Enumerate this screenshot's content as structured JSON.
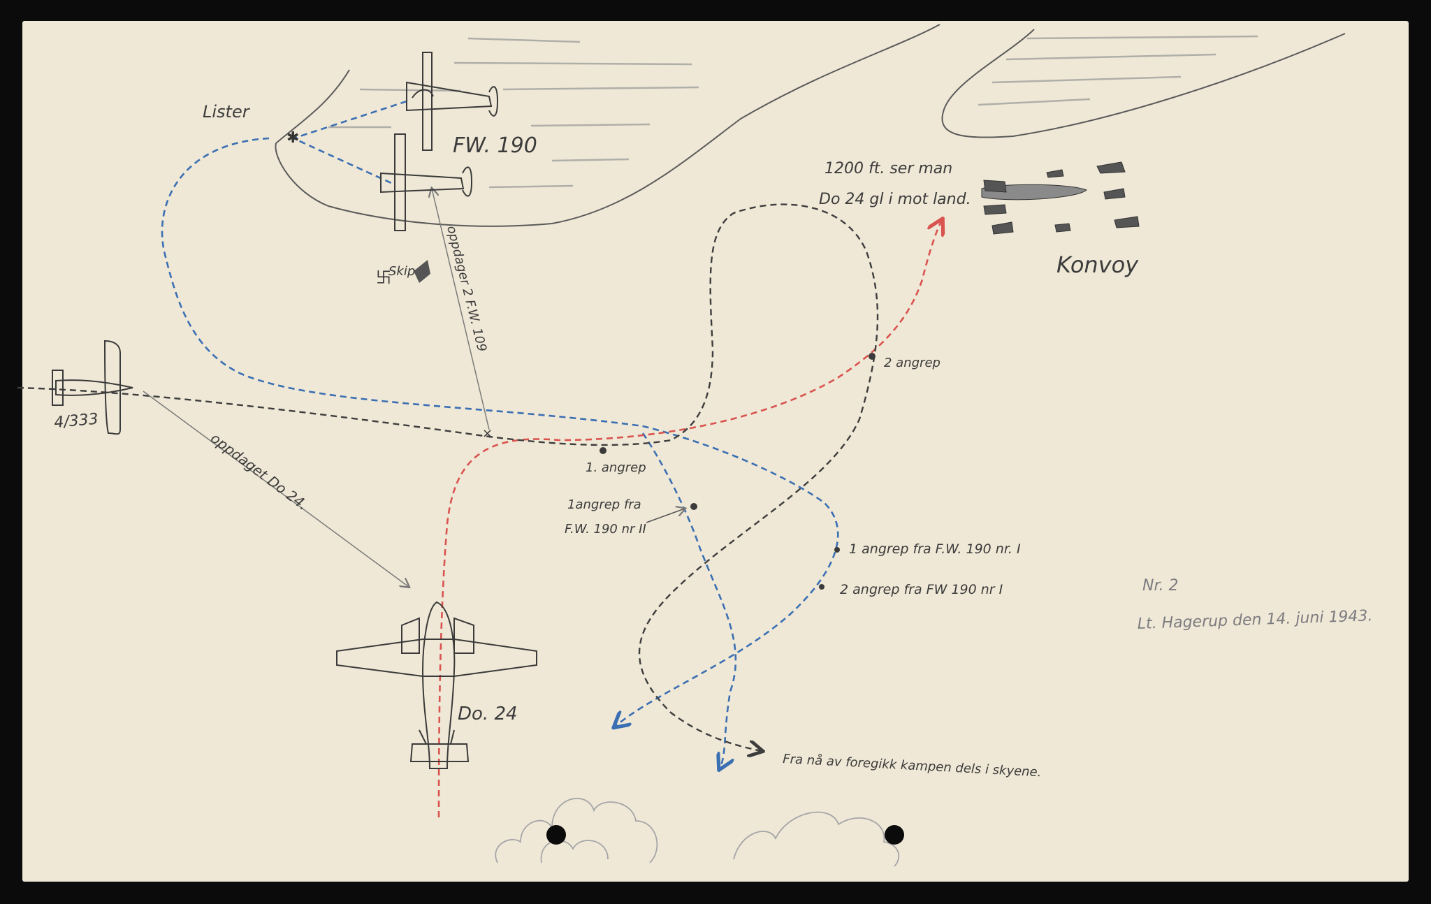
{
  "place_labels": {
    "lister": "Lister",
    "fw190": "FW. 190",
    "skip": "Skip",
    "konvoy": "Konvoy",
    "do24": "Do. 24",
    "squadron": "4/333"
  },
  "annotations": {
    "convoy_note_line1": "1200 ft. ser man",
    "convoy_note_line2": "Do 24 gl i mot land.",
    "oppdager": "oppdager 2 F.W. 109",
    "oppdaget": "oppdaget Do 24.",
    "first_attack": "1. angrep",
    "second_attack": "2 angrep",
    "attack_fw190_II_line1": "1angrep fra",
    "attack_fw190_II_line2": "F.W. 190 nr II",
    "attack_1_fw190_I": "1 angrep fra F.W. 190 nr. I",
    "attack_2_fw190_I": "2 angrep fra FW 190 nr I",
    "clouds_note": "Fra nå av foregikk kampen dels i skyene."
  },
  "signature": {
    "number": "Nr. 2",
    "author_date": "Lt. Hagerup den 14. juni 1943."
  },
  "colors": {
    "paper": "#efe8d6",
    "pencil": "#4a4a4a",
    "blue_track": "#3b6fb3",
    "red_track": "#d9534f",
    "gray_track": "#3d3d3d"
  }
}
